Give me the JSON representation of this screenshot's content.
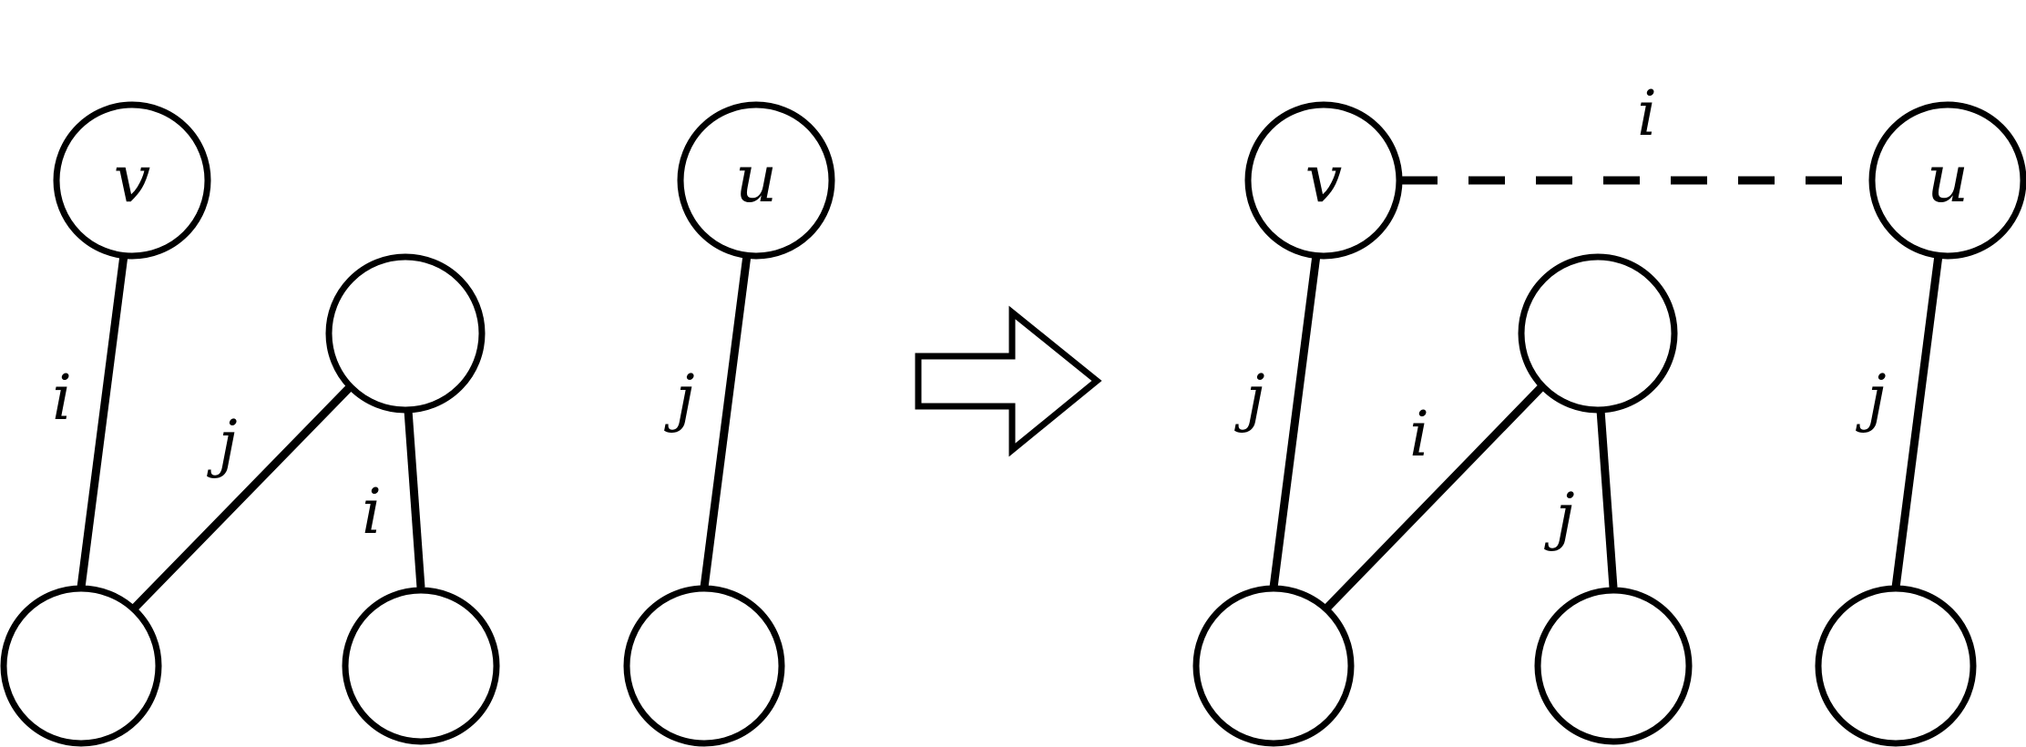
{
  "colors": {
    "stroke": "#000000",
    "fill": "#ffffff"
  },
  "left_graph": {
    "node_v_label": "v",
    "edge_v_label": "i",
    "edge_middle_label": "j",
    "edge_right_label": "i"
  },
  "middle_graph": {
    "node_u_label": "u",
    "edge_u_label": "j"
  },
  "right_graph": {
    "node_v_label": "v",
    "node_u_label": "u",
    "new_edge_label": "i",
    "edge_v_label": "j",
    "edge_middle_label": "i",
    "edge_right_label": "j",
    "edge_u_label": "j"
  }
}
